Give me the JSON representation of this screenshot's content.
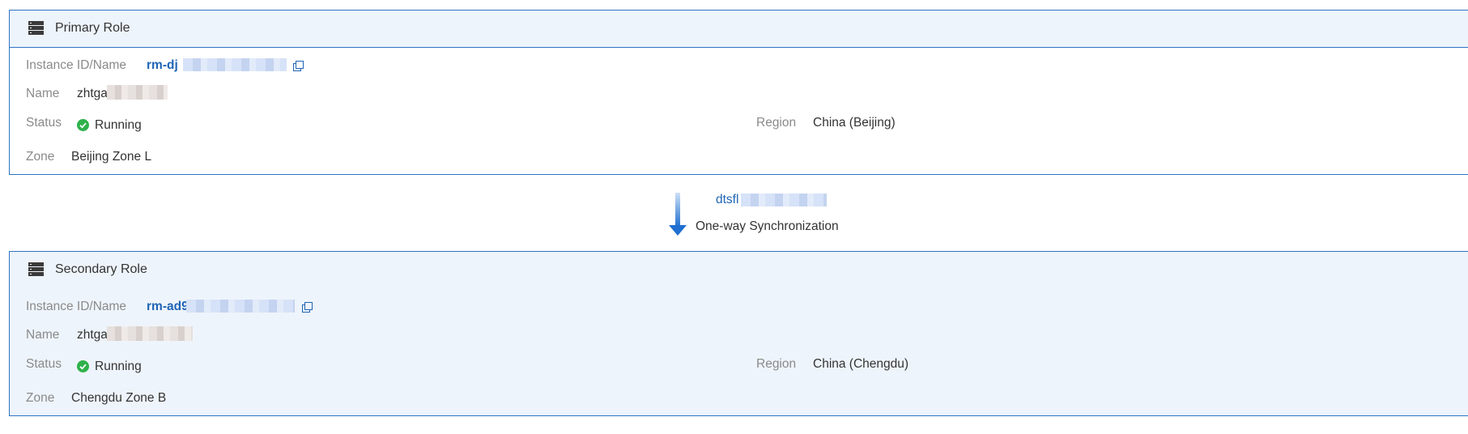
{
  "primary": {
    "title": "Primary Role",
    "instance_label": "Instance ID/Name",
    "instance_id": "rm-dj",
    "name_label": "Name",
    "name": "zhtga",
    "status_label": "Status",
    "status": "Running",
    "region_label": "Region",
    "region": "China (Beijing)",
    "zone_label": "Zone",
    "zone": "Beijing Zone L"
  },
  "sync": {
    "task_id": "dtsfl",
    "mode": "One-way Synchronization"
  },
  "secondary": {
    "title": "Secondary Role",
    "instance_label": "Instance ID/Name",
    "instance_id": "rm-ad9",
    "name_label": "Name",
    "name": "zhtga",
    "status_label": "Status",
    "status": "Running",
    "region_label": "Region",
    "region": "China (Chengdu)",
    "zone_label": "Zone",
    "zone": "Chengdu Zone B"
  },
  "icons": [
    "server-icon",
    "copy-icon",
    "check-circle-icon",
    "arrow-down-icon"
  ],
  "colors": {
    "border": "#2f73c4",
    "link": "#1f64b5",
    "header_bg": "#eef4fb",
    "success": "#2fb14a"
  }
}
